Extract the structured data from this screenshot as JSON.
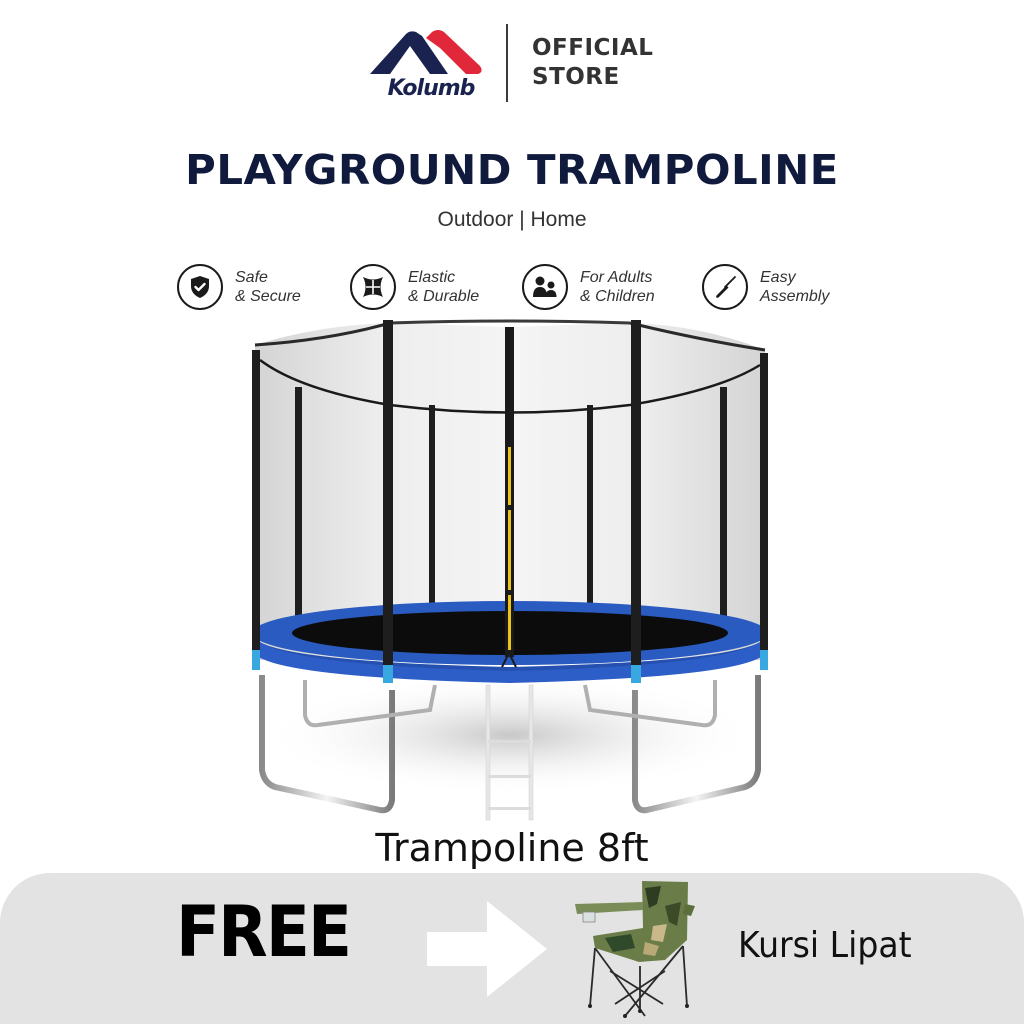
{
  "brand": {
    "name": "Kolumb",
    "store_label_line1": "OFFICIAL",
    "store_label_line2": "STORE",
    "colors": {
      "navy": "#1a2350",
      "red": "#e0283a"
    }
  },
  "hero": {
    "title": "PLAYGROUND TRAMPOLINE",
    "subtitle": "Outdoor | Home"
  },
  "features": [
    {
      "icon": "shield-check-icon",
      "line1": "Safe",
      "line2": "& Secure"
    },
    {
      "icon": "elastic-net-icon",
      "line1": "Elastic",
      "line2": "& Durable"
    },
    {
      "icon": "people-icon",
      "line1": "For Adults",
      "line2": "& Children"
    },
    {
      "icon": "screwdriver-icon",
      "line1": "Easy",
      "line2": "Assembly"
    }
  ],
  "product": {
    "name": "Trampoline 8ft",
    "image": "trampoline-with-safety-net",
    "colors": {
      "pad": "#2a5bc0",
      "mat": "#0c0c0c",
      "pole": "#1e1e1e",
      "zipper": "#e8c41c"
    }
  },
  "promo": {
    "free_label": "FREE",
    "arrow_icon": "arrow-right-icon",
    "gift_image": "camouflage-folding-chair",
    "gift_label": "Kursi Lipat",
    "background": "#e3e3e3"
  }
}
